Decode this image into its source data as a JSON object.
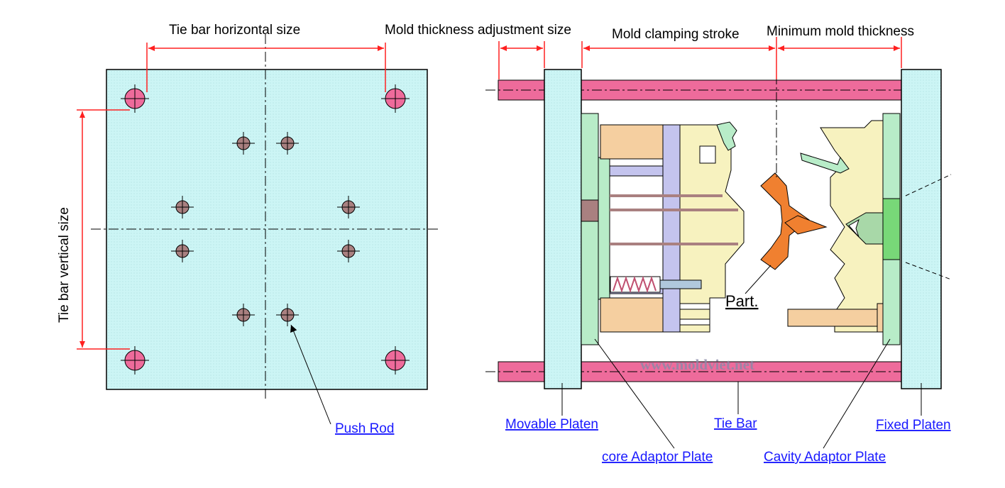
{
  "dimensions": {
    "tie_bar_horizontal": "Tie bar horizontal size",
    "mold_thickness_adjustment": "Mold thickness adjustment size",
    "mold_clamping_stroke": "Mold clamping stroke",
    "minimum_mold_thickness": "Minimum mold thickness",
    "tie_bar_vertical": "Tie bar vertical size"
  },
  "callouts": {
    "push_rod": "Push Rod",
    "movable_platen": "Movable Platen",
    "core_adaptor_plate": "core Adaptor Plate",
    "tie_bar": "Tie Bar",
    "cavity_adaptor_plate": "Cavity Adaptor Plate",
    "fixed_platen": "Fixed Platen",
    "part": "Part."
  },
  "watermark": "www.moldviet.net",
  "colors": {
    "platen": "#ccf4f4",
    "tie_bar": "#ee6b9b",
    "dimension_line": "#ff2020",
    "push_rod": "#a98080",
    "mold_plate": "#f7f2bf",
    "spacer_block": "#f5cfa0",
    "ejector_plate": "#c4c4ee",
    "core_adaptor": "#b8ecc8",
    "part": "#f08030",
    "link": "#1a1aff"
  }
}
